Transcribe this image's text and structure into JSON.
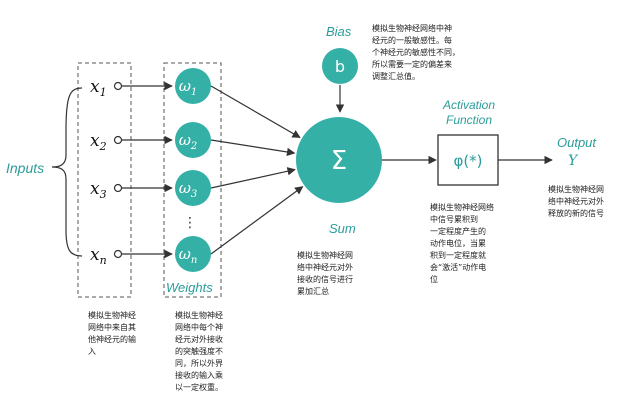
{
  "colors": {
    "accent": "#35b0a7",
    "accent_dark": "#2a9d99",
    "line": "#333333"
  },
  "labels": {
    "inputs": "Inputs",
    "weights": "Weights",
    "bias": "Bias",
    "bias_symbol": "b",
    "sum": "Sum",
    "sum_symbol": "Σ",
    "activation_line1": "Activation",
    "activation_line2": "Function",
    "activation_symbol": "φ(*)",
    "output": "Output",
    "output_symbol": "Y",
    "ellipsis": "⋮"
  },
  "inputs": [
    {
      "base": "x",
      "sub": "1"
    },
    {
      "base": "x",
      "sub": "2"
    },
    {
      "base": "x",
      "sub": "3"
    },
    {
      "base": "x",
      "sub": "n"
    }
  ],
  "weights": [
    {
      "base": "ω",
      "sub": "1"
    },
    {
      "base": "ω",
      "sub": "2"
    },
    {
      "base": "ω",
      "sub": "3"
    },
    {
      "base": "ω",
      "sub": "n"
    }
  ],
  "notes": {
    "inputs": [
      "模拟生物神经",
      "网络中来自其",
      "他神经元的输",
      "入"
    ],
    "weights": [
      "模拟生物神经",
      "网络中每个神",
      "经元对外接收",
      "的突触强度不",
      "同，所以外界",
      "接收的输入乘",
      "以一定权重。"
    ],
    "bias": [
      "模拟生物神经网络中神",
      "经元的一般敏感性。每",
      "个神经元的敏感性不同，",
      "所以需要一定的偏差来",
      "调整汇总值。"
    ],
    "sum": [
      "模拟生物神经网",
      "络中神经元对外",
      "接收的信号进行",
      "累加汇总"
    ],
    "activation": [
      "模拟生物神经网络",
      "中信号累积到",
      "一定程度产生的",
      "动作电位，当累",
      "积到一定程度就",
      "会“激活”动作电",
      "位"
    ],
    "output": [
      "模拟生物神经网",
      "络中神经元对外",
      "释放的新的信号"
    ]
  }
}
